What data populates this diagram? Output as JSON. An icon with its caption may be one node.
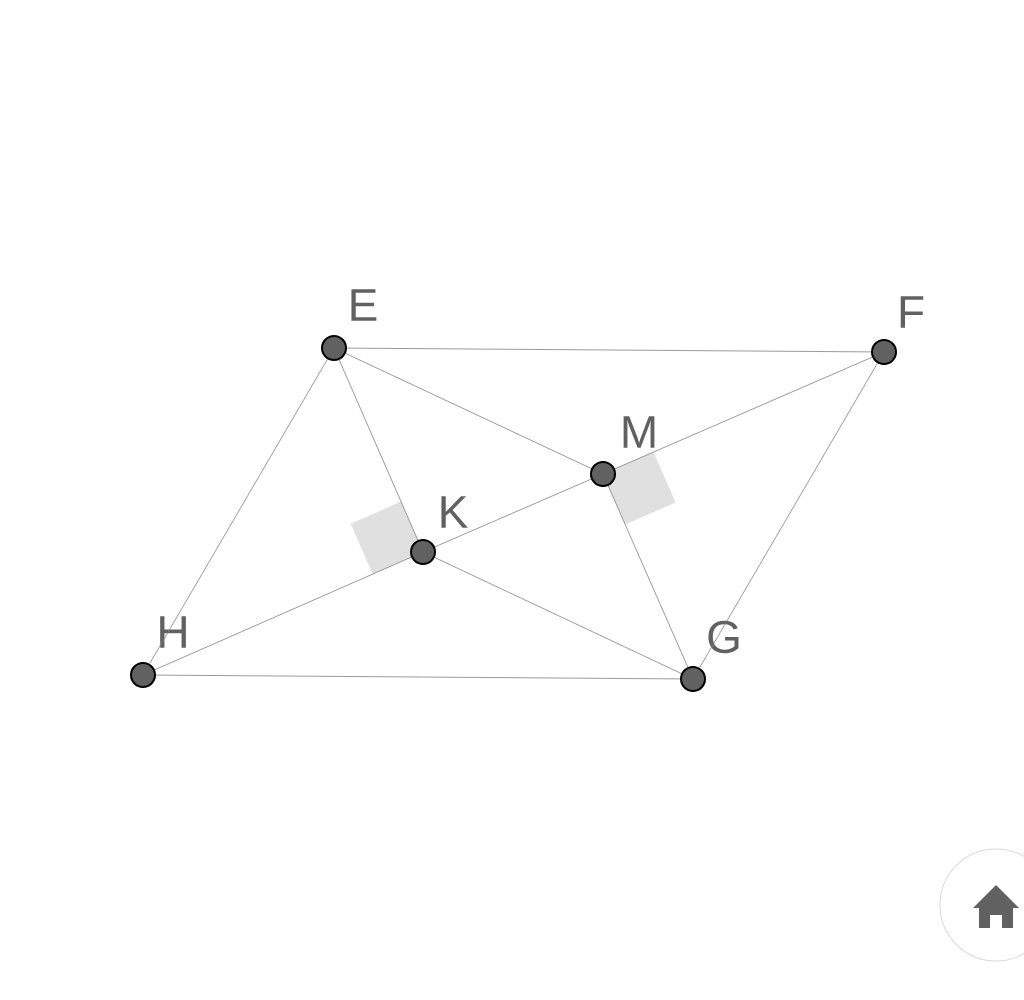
{
  "diagram": {
    "nodes": [
      {
        "text": [],
        "shape": "circle",
        "beside": [
          "E"
        ]
      },
      {
        "text": [],
        "shape": "circle",
        "beside": [
          "F"
        ]
      },
      {
        "text": [],
        "shape": "circle",
        "beside": [
          "G"
        ]
      },
      {
        "text": [],
        "shape": "circle",
        "beside": [
          "H"
        ]
      },
      {
        "text": [],
        "shape": "circle",
        "beside": [
          "K"
        ]
      },
      {
        "text": [],
        "shape": "circle",
        "beside": [
          "M"
        ]
      }
    ],
    "edges": [
      {
        "from": 0,
        "to": 1,
        "arrow": "none"
      },
      {
        "from": 1,
        "to": 2,
        "arrow": "none"
      },
      {
        "from": 2,
        "to": 3,
        "arrow": "none"
      },
      {
        "from": 3,
        "to": 0,
        "arrow": "none"
      },
      {
        "from": 3,
        "to": 4,
        "arrow": "none"
      },
      {
        "from": 4,
        "to": 5,
        "arrow": "none"
      },
      {
        "from": 5,
        "to": 1,
        "arrow": "none"
      },
      {
        "from": 0,
        "to": 4,
        "arrow": "none"
      },
      {
        "from": 0,
        "to": 5,
        "arrow": "none"
      },
      {
        "from": 4,
        "to": 2,
        "arrow": "none"
      },
      {
        "from": 5,
        "to": 2,
        "arrow": "none"
      }
    ]
  }
}
